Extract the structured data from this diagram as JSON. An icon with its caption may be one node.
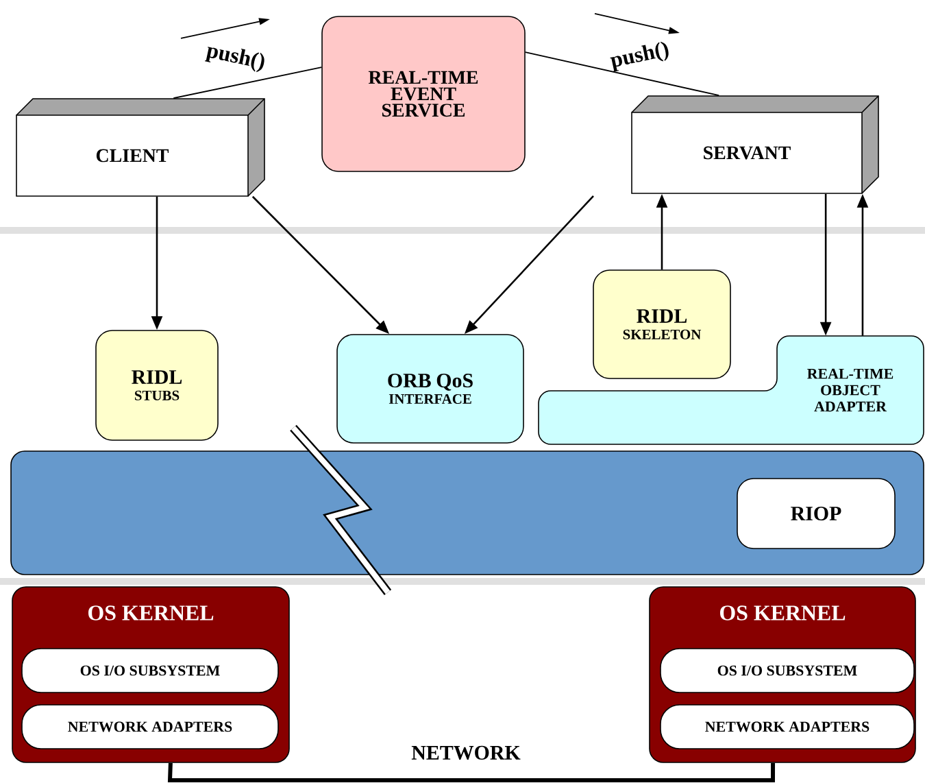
{
  "diagram": {
    "nodes": [
      {
        "text": [
          "CLIENT"
        ]
      },
      {
        "text": [
          "REAL-TIME EVENT SERVICE"
        ]
      },
      {
        "text": [
          "SERVANT"
        ]
      },
      {
        "text": [
          "RIDL",
          "STUBS"
        ]
      },
      {
        "text": [
          "ORB QoS",
          "INTERFACE"
        ]
      },
      {
        "text": [
          "RIDL",
          "SKELETON"
        ]
      },
      {
        "text": [
          "REAL-TIME OBJECT ADAPTER"
        ]
      },
      {
        "text": [],
        "shape": "bar"
      },
      {
        "text": [
          "RIOP"
        ],
        "in": 7
      },
      {
        "text": [
          "OS KERNEL"
        ]
      },
      {
        "text": [
          "OS I/O SUBSYSTEM"
        ],
        "in": 9
      },
      {
        "text": [
          "NETWORK ADAPTERS"
        ],
        "in": 9
      },
      {
        "text": [
          "OS KERNEL"
        ]
      },
      {
        "text": [
          "OS I/O SUBSYSTEM"
        ],
        "in": 12
      },
      {
        "text": [
          "NETWORK ADAPTERS"
        ],
        "in": 12
      }
    ],
    "edges": [
      {
        "from": 0,
        "to": 1,
        "arrow": "none",
        "label": "push()"
      },
      {
        "from": 1,
        "to": 2,
        "arrow": "none",
        "label": "push()"
      },
      {
        "from": 0,
        "to": 3,
        "arrow": "to"
      },
      {
        "from": 0,
        "to": 4,
        "arrow": "to"
      },
      {
        "from": null,
        "to": 4,
        "arrow": "to"
      },
      {
        "from": 5,
        "to": 2,
        "arrow": "to"
      },
      {
        "from": 2,
        "to": 6,
        "arrow": "to"
      },
      {
        "from": 6,
        "to": 2,
        "arrow": "to"
      },
      {
        "from": 9,
        "to": 12,
        "arrow": "none",
        "label": "NETWORK",
        "style": "thick"
      }
    ]
  }
}
